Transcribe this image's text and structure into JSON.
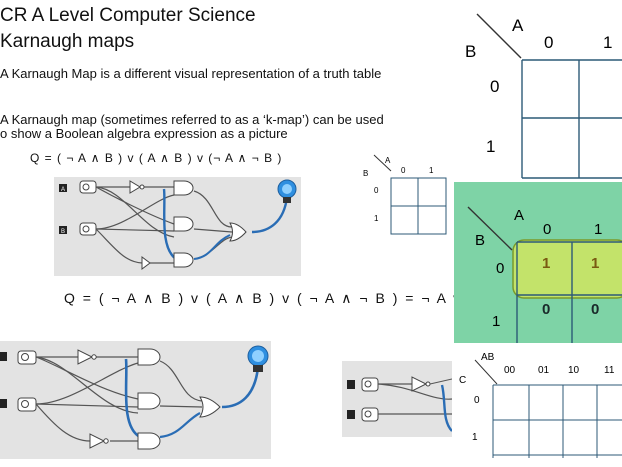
{
  "slide": {
    "title_line1": "CR A Level Computer Science",
    "title_line2": "Karnaugh maps",
    "para1": "A Karnaugh Map is a different visual representation of a truth table",
    "para2_line1": "A Karnaugh map (sometimes referred to as a ‘k-map’) can be used",
    "para2_line2": "o show a Boolean algebra expression as a picture",
    "expression1": "Q = ( ¬ A ∧ B ) v ( A ∧ B ) v (¬ A ∧ ¬ B )",
    "expression2": "Q = ( ¬ A ∧ B ) v ( A ∧ B ) v ( ¬ A ∧ ¬ B )  =  ¬ A v B"
  },
  "kmap_small": {
    "row_var": "B",
    "col_var": "A",
    "cols": [
      "0",
      "1"
    ],
    "rows": [
      "0",
      "1"
    ]
  },
  "kmap_large": {
    "row_var": "B",
    "col_var": "A",
    "cols": [
      "0",
      "1"
    ],
    "rows": [
      "0",
      "1"
    ]
  },
  "kmap_green": {
    "row_var": "B",
    "col_var": "A",
    "cols": [
      "0",
      "1"
    ],
    "rows": [
      "0",
      "1"
    ],
    "row0": [
      "1",
      "1"
    ],
    "row1": [
      "0",
      "0"
    ],
    "bg_color": "#7ed3a6",
    "group_color": "#c3e36a"
  },
  "kmap_3var": {
    "row_var": "C",
    "col_var": "AB",
    "cols": [
      "00",
      "01",
      "10",
      "11"
    ],
    "rows": [
      "0",
      "1"
    ]
  },
  "circuit": {
    "input_a": "A",
    "input_b": "B",
    "wire_color": "#2a6db5",
    "bulb_color": "#2f8fe0"
  }
}
